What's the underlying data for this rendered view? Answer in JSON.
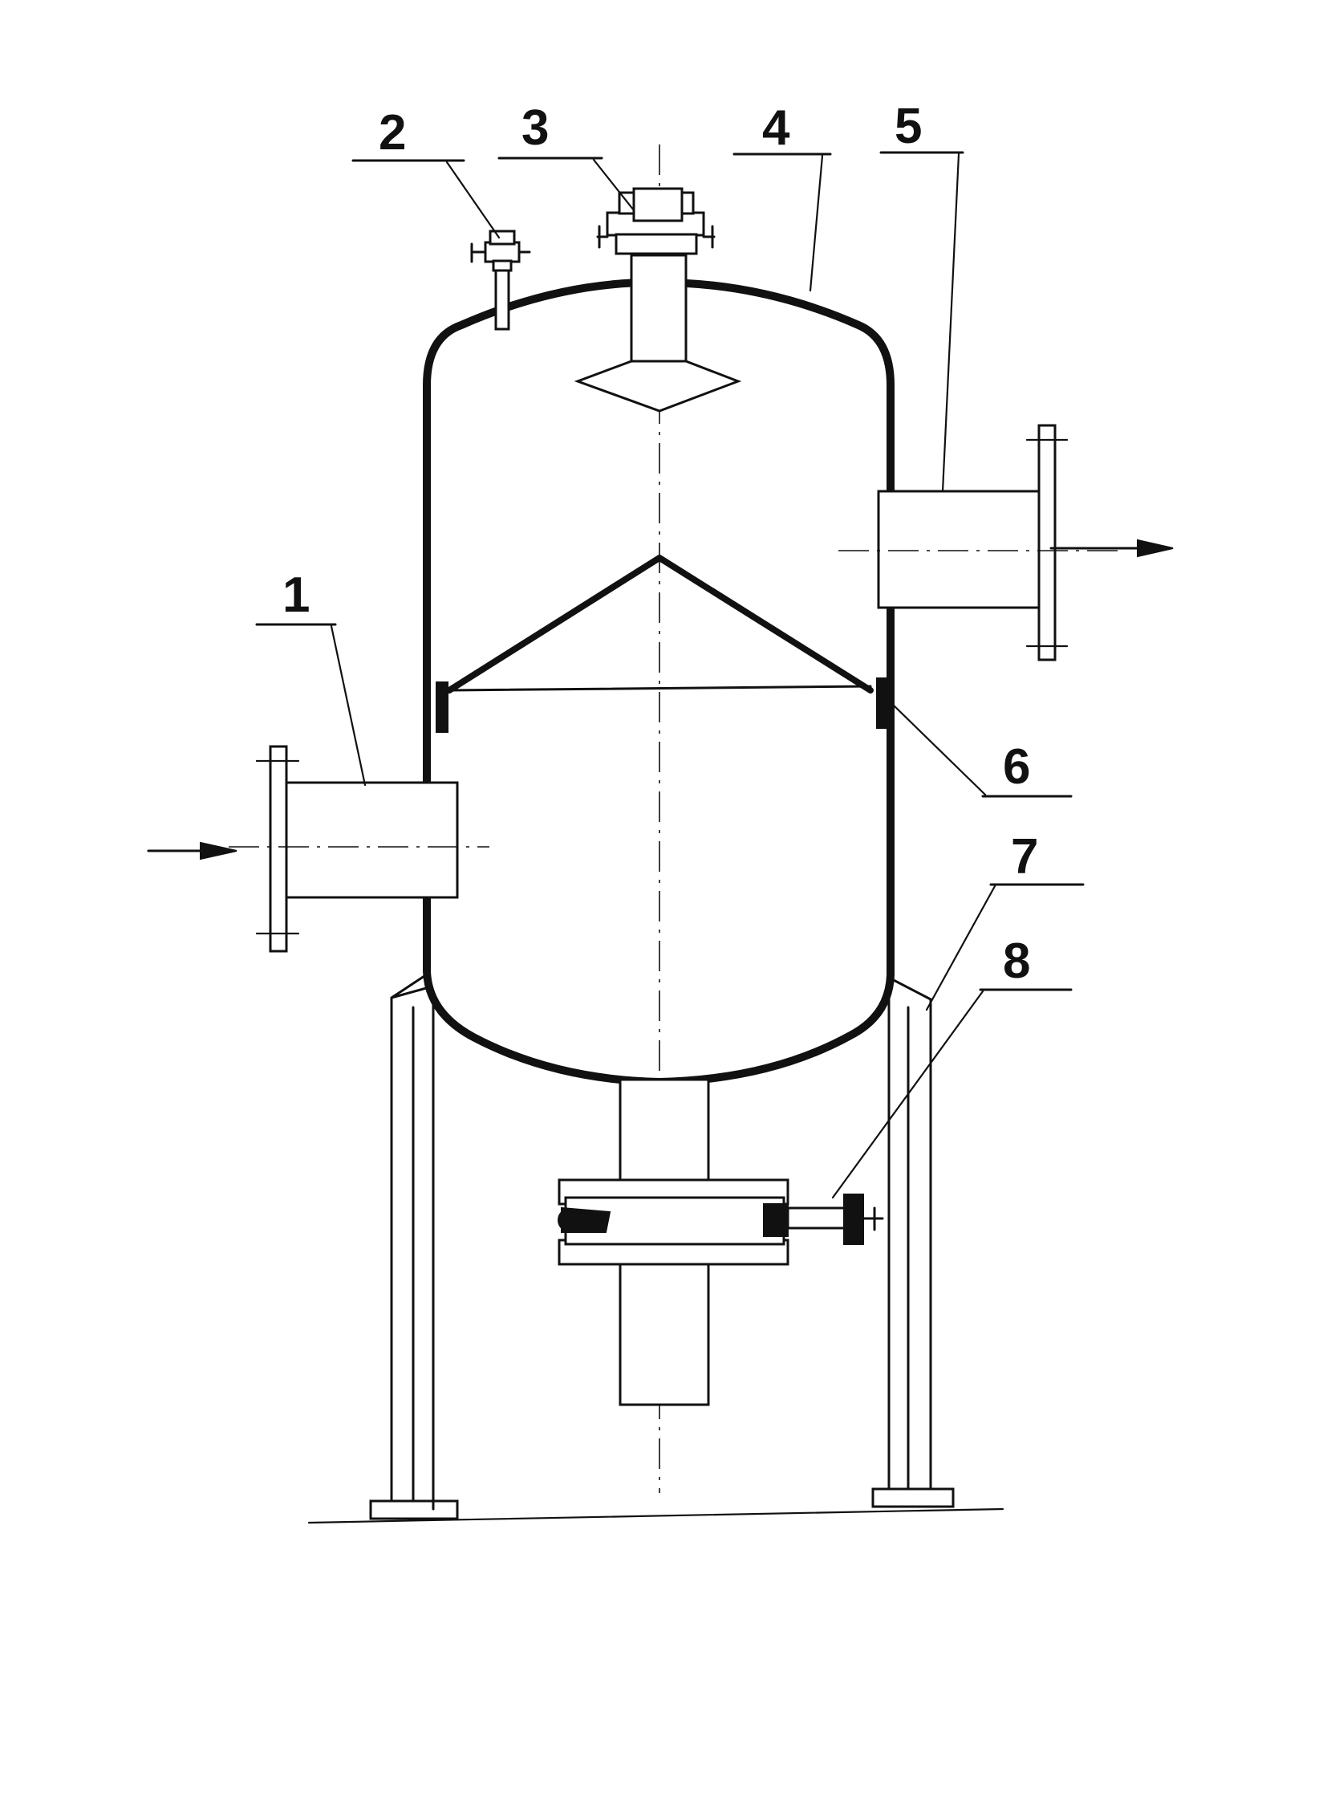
{
  "labels": {
    "l1": "1",
    "l2": "2",
    "l3": "3",
    "l4": "4",
    "l5": "5",
    "l6": "6",
    "l7": "7",
    "l8": "8"
  },
  "colors": {
    "ink": "#111111",
    "paper": "#ffffff"
  }
}
